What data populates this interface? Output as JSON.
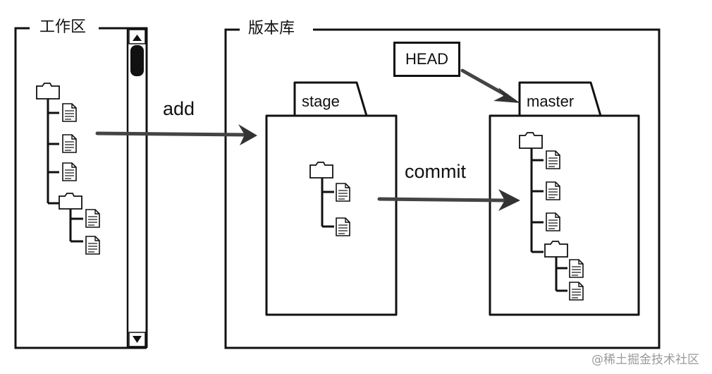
{
  "frames": {
    "workspace_label": "工作区",
    "repository_label": "版本库"
  },
  "tabs": {
    "stage_label": "stage",
    "master_label": "master"
  },
  "head_label": "HEAD",
  "arrows": {
    "add_label": "add",
    "commit_label": "commit"
  },
  "watermark": "@稀土掘金技术社区",
  "colors": {
    "stroke": "#111111",
    "arrow": "#444444",
    "watermark": "#9a9a9a"
  },
  "icons": {
    "scroll_up": "triangle-up",
    "scroll_down": "triangle-down",
    "folder": "folder-icon",
    "file": "file-icon"
  }
}
